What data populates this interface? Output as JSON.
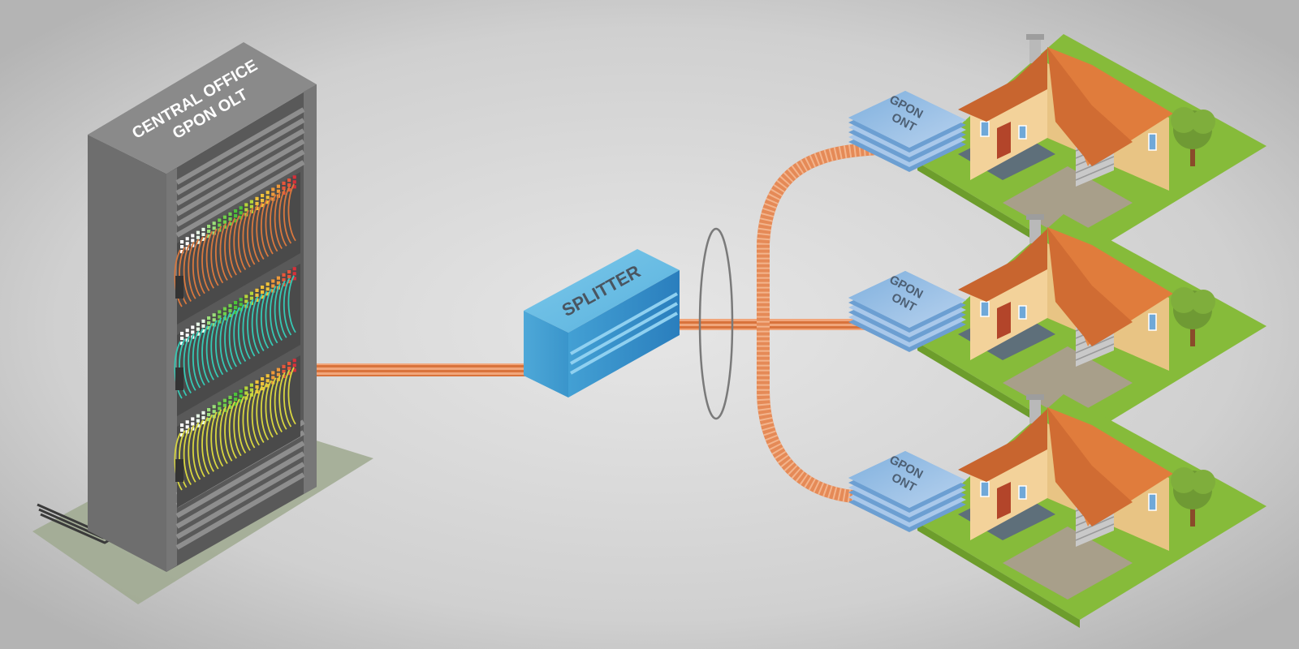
{
  "olt": {
    "label_line1": "CENTRAL OFFICE",
    "label_line2": "GPON OLT",
    "port_rows": [
      {
        "cable_color": "#d9783e"
      },
      {
        "cable_color": "#36c9b4"
      },
      {
        "cable_color": "#d8d640"
      }
    ]
  },
  "splitter": {
    "label": "SPLITTER"
  },
  "onts": [
    {
      "line1": "GPON",
      "line2": "ONT"
    },
    {
      "line1": "GPON",
      "line2": "ONT"
    },
    {
      "line1": "GPON",
      "line2": "ONT"
    }
  ],
  "colors": {
    "background_center": "#e4e4e4",
    "background_edge": "#b6b6b6",
    "rack": "#6e6e6e",
    "fiber": "#e58a57",
    "splitter": "#4aa6d6",
    "ont": "#8fb9e2",
    "roof": "#e07c3c",
    "lawn": "#86bb3a"
  }
}
